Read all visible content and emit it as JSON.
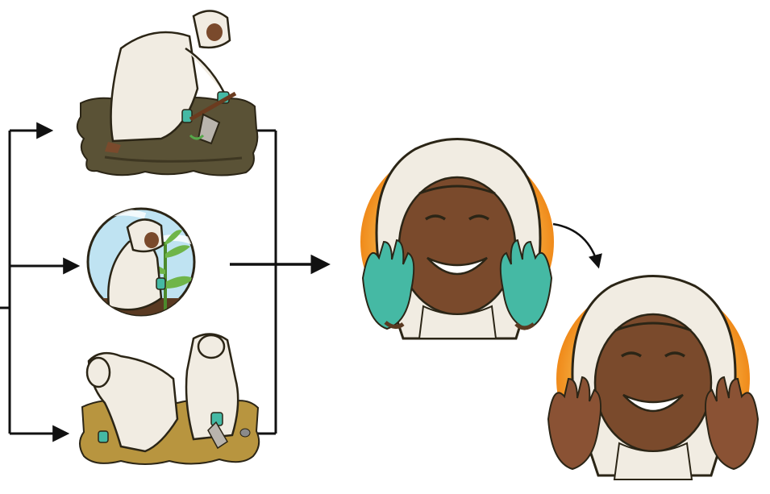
{
  "diagram": {
    "panels": [
      {
        "id": "digging",
        "icon": "digging-person-icon"
      },
      {
        "id": "planting",
        "icon": "planting-sapling-icon"
      },
      {
        "id": "working-together",
        "icon": "two-people-planting-icon"
      }
    ],
    "results": [
      {
        "id": "happy-face-gloves",
        "icon": "smiling-face-gloved-hands-icon"
      },
      {
        "id": "happy-face-bare-hands",
        "icon": "smiling-face-bare-hands-icon"
      }
    ]
  },
  "colors": {
    "line": "#111111",
    "soil": "#5a5236",
    "soil_light": "#b8953f",
    "sky": "#bfe3f2",
    "robe": "#f1ece2",
    "skin": "#7a4a2c",
    "glove": "#45b9a4",
    "halo": "#f2a532"
  }
}
